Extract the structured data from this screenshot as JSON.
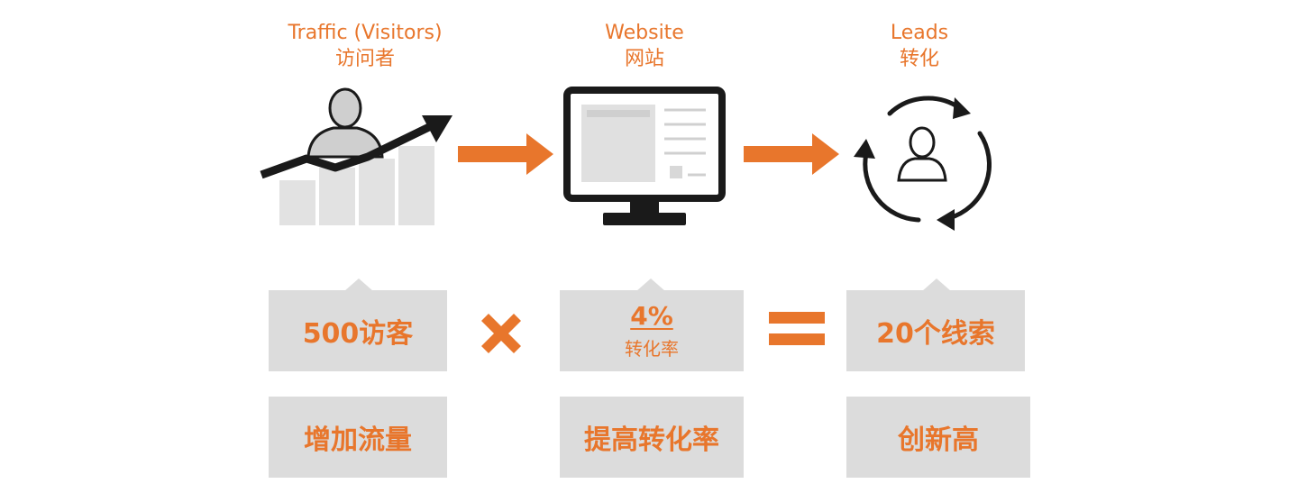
{
  "stages": [
    {
      "en": "Traffic (Visitors)",
      "zh": "访问者",
      "icon": "traffic-growth-icon"
    },
    {
      "en": "Website",
      "zh": "网站",
      "icon": "monitor-icon"
    },
    {
      "en": "Leads",
      "zh": "转化",
      "icon": "lead-cycle-icon"
    }
  ],
  "formula": {
    "visitors": "500访客",
    "rate_value": "4%",
    "rate_label": "转化率",
    "leads": "20个线索",
    "multiply_icon": "multiply-icon",
    "equals_icon": "equals-icon"
  },
  "actions": [
    "增加流量",
    "提高转化率",
    "创新高"
  ],
  "colors": {
    "accent": "#e8762c",
    "box": "#dcdcdc",
    "icon_dark": "#1a1a1a"
  }
}
